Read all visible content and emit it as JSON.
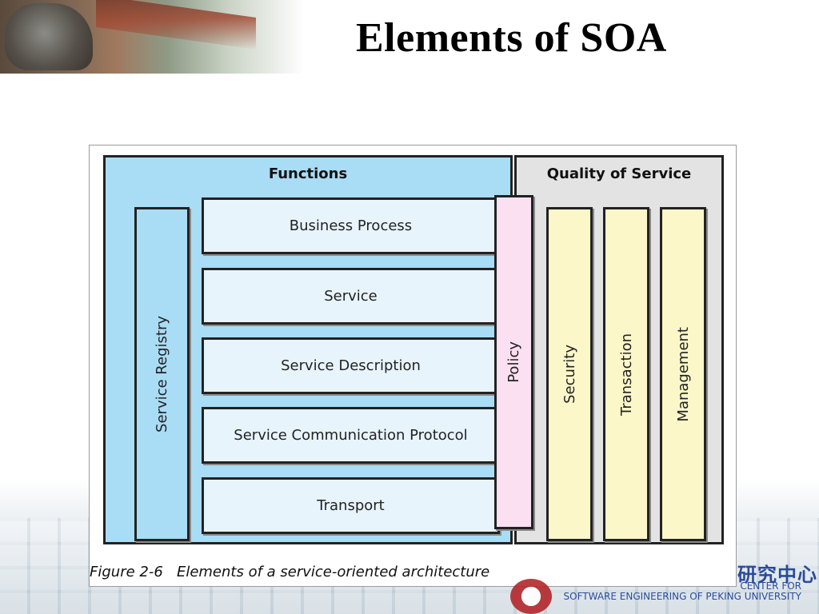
{
  "slide": {
    "title": "Elements of SOA"
  },
  "diagram": {
    "functions_title": "Functions",
    "qos_title": "Quality of Service",
    "service_registry": "Service Registry",
    "layers": [
      "Business Process",
      "Service",
      "Service Description",
      "Service Communication Protocol",
      "Transport"
    ],
    "policy": "Policy",
    "qos_items": [
      "Security",
      "Transaction",
      "Management"
    ],
    "caption": "Figure 2-6   Elements of a service-oriented architecture",
    "colors": {
      "functions_bg": "#a9dcf5",
      "qos_bg": "#e3e3e3",
      "layer_bg": "#e8f4fc",
      "policy_bg": "#fbe0f1",
      "qos_item_bg": "#fbf7c9"
    }
  },
  "footer": {
    "logo_cn": "研究中心",
    "logo_en_line1": "CENTER FOR",
    "logo_en_line2": "SOFTWARE ENGINEERING OF PEKING UNIVERSITY"
  }
}
